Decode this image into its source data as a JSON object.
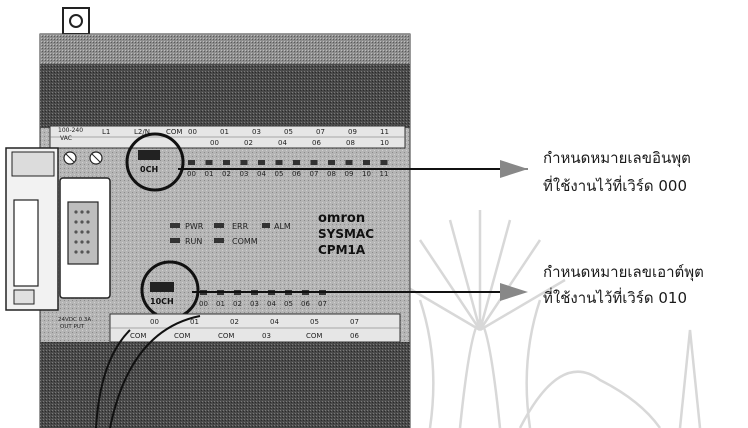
{
  "plc": {
    "brand": "omron",
    "series": "SYSMAC",
    "model": "CPM1A",
    "power_label": "100-240\nVAC",
    "dc_out_label": "24VDC 0.3A\nOUT PUT",
    "indicators": [
      "PWR",
      "RUN",
      "ERR",
      "ALM",
      "COMM"
    ],
    "input_header_top": [
      "L1",
      "L2/N",
      "COM",
      "00",
      "01",
      "03",
      "05",
      "07",
      "09",
      "11"
    ],
    "input_header_bottom": [
      "00",
      "02",
      "04",
      "06",
      "08",
      "10"
    ],
    "input_channel": "0CH",
    "input_leds": [
      "00",
      "01",
      "02",
      "03",
      "04",
      "05",
      "06",
      "07",
      "08",
      "09",
      "10",
      "11"
    ],
    "output_channel": "10CH",
    "output_leds": [
      "00",
      "01",
      "02",
      "03",
      "04",
      "05",
      "06",
      "07"
    ],
    "output_header_top": [
      "00",
      "01",
      "02",
      "04",
      "05",
      "07"
    ],
    "output_header_bottom": [
      "COM",
      "COM",
      "COM",
      "03",
      "COM",
      "06"
    ]
  },
  "annotations": {
    "input": [
      "กำหนดหมายเลขอินพุต",
      "ที่ใช้งานไว้ที่เวิร์ด 000"
    ],
    "output": [
      "กำหนดหมายเลขเอาต์พุต",
      "ที่ใช้งานไว้ที่เวิร์ด 010"
    ]
  },
  "colors": {
    "body_gray": "#9a9a9a",
    "dark_band": "#4a4a4a",
    "watermark": "#d9d9d9",
    "ink": "#2a2a2a"
  }
}
